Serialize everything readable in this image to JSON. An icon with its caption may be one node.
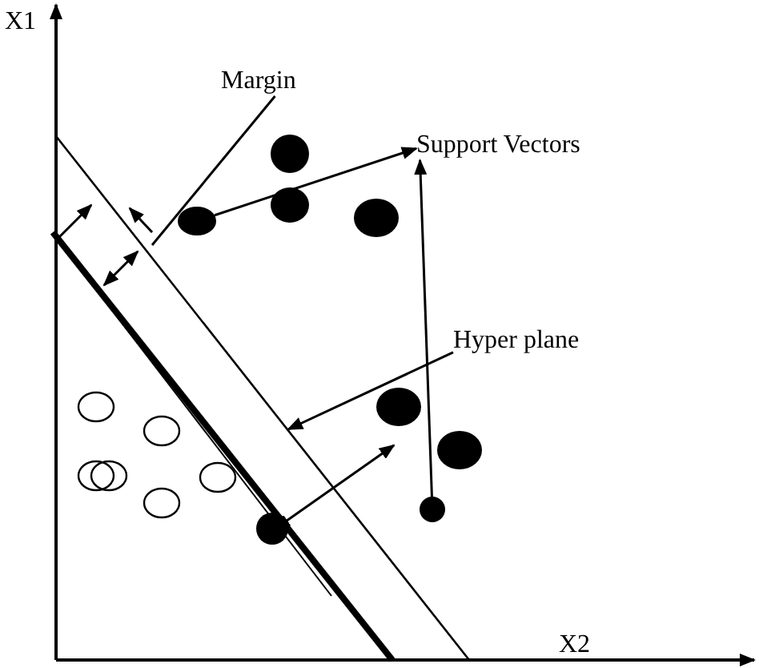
{
  "diagram": {
    "nodes": [
      {
        "text": [
          "Margin"
        ]
      },
      {
        "text": [
          "Support Vectors"
        ]
      },
      {
        "text": [
          "Hyper plane"
        ]
      },
      {
        "text": [],
        "shape": "circle"
      },
      {
        "text": [],
        "shape": "circle"
      }
    ],
    "edges": [
      {
        "from": 0,
        "to": null,
        "arrow": "none"
      },
      {
        "from": 3,
        "to": 1,
        "arrow": "to"
      },
      {
        "from": 4,
        "to": 1,
        "arrow": "to"
      },
      {
        "from": 2,
        "to": null,
        "arrow": "to"
      }
    ],
    "labels": [
      "X1",
      "X2"
    ]
  }
}
